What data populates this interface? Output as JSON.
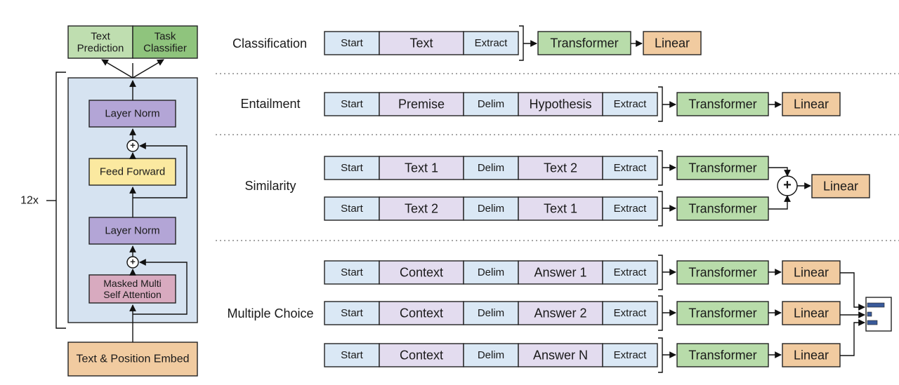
{
  "colors": {
    "start": "#dae8f5",
    "text": "#e3dcef",
    "delim": "#dae8f5",
    "extract": "#dae8f5",
    "transformer": "#b8dcaa",
    "linear": "#f1cba0",
    "layer_norm": "#b3a5d6",
    "feed_forward": "#fbe9a0",
    "attention": "#d8aabf",
    "embed": "#f1cba0",
    "block_bg": "#d6e3f1",
    "head_left": "#bfdeb0",
    "head_right": "#8fc47d"
  },
  "architecture": {
    "heads": [
      "Text\nPrediction",
      "Task\nClassifier"
    ],
    "layer_norm_top": "Layer Norm",
    "feed_forward": "Feed Forward",
    "layer_norm_bottom": "Layer Norm",
    "attention": "Masked Multi\nSelf Attention",
    "embed": "Text & Position Embed",
    "repeat": "12x",
    "plus": "+"
  },
  "tasks": {
    "classification": {
      "label": "Classification",
      "tokens": [
        "Start",
        "Text",
        "Extract"
      ],
      "transformer": "Transformer",
      "linear": "Linear"
    },
    "entailment": {
      "label": "Entailment",
      "tokens": [
        "Start",
        "Premise",
        "Delim",
        "Hypothesis",
        "Extract"
      ],
      "transformer": "Transformer",
      "linear": "Linear"
    },
    "similarity": {
      "label": "Similarity",
      "rows": [
        [
          "Start",
          "Text 1",
          "Delim",
          "Text 2",
          "Extract"
        ],
        [
          "Start",
          "Text 2",
          "Delim",
          "Text 1",
          "Extract"
        ]
      ],
      "transformer": "Transformer",
      "linear": "Linear",
      "plus": "+"
    },
    "multiple_choice": {
      "label": "Multiple Choice",
      "rows": [
        [
          "Start",
          "Context",
          "Delim",
          "Answer 1",
          "Extract"
        ],
        [
          "Start",
          "Context",
          "Delim",
          "Answer 2",
          "Extract"
        ],
        [
          "Start",
          "Context",
          "Delim",
          "Answer N",
          "Extract"
        ]
      ],
      "transformer": "Transformer",
      "linear": "Linear"
    }
  }
}
